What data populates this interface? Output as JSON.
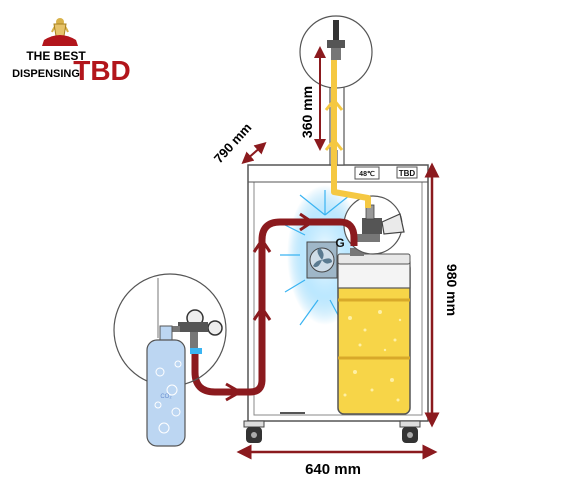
{
  "logo": {
    "line1": "THE BEST",
    "line2": "DISPENSING",
    "brand": "TBD"
  },
  "dimensions": {
    "depth": "790 mm",
    "tower_height": "360 mm",
    "height": "980 mm",
    "width": "640 mm"
  },
  "panel": {
    "display": "48℃",
    "brand": "TBD"
  },
  "coupler_label": "G",
  "co2_label": "CO₂",
  "colors": {
    "gas_line": "#8b1a1e",
    "beer_line": "#f5c842",
    "beer": "#f7d548",
    "cold_air": "#3ab4f2",
    "tank": "#bcd6f2",
    "outline": "#555555"
  },
  "icons": [
    "co2-tank-icon",
    "regulator-icon",
    "keg-icon",
    "coupler-icon",
    "fan-icon",
    "tap-icon",
    "trophy-icon"
  ]
}
